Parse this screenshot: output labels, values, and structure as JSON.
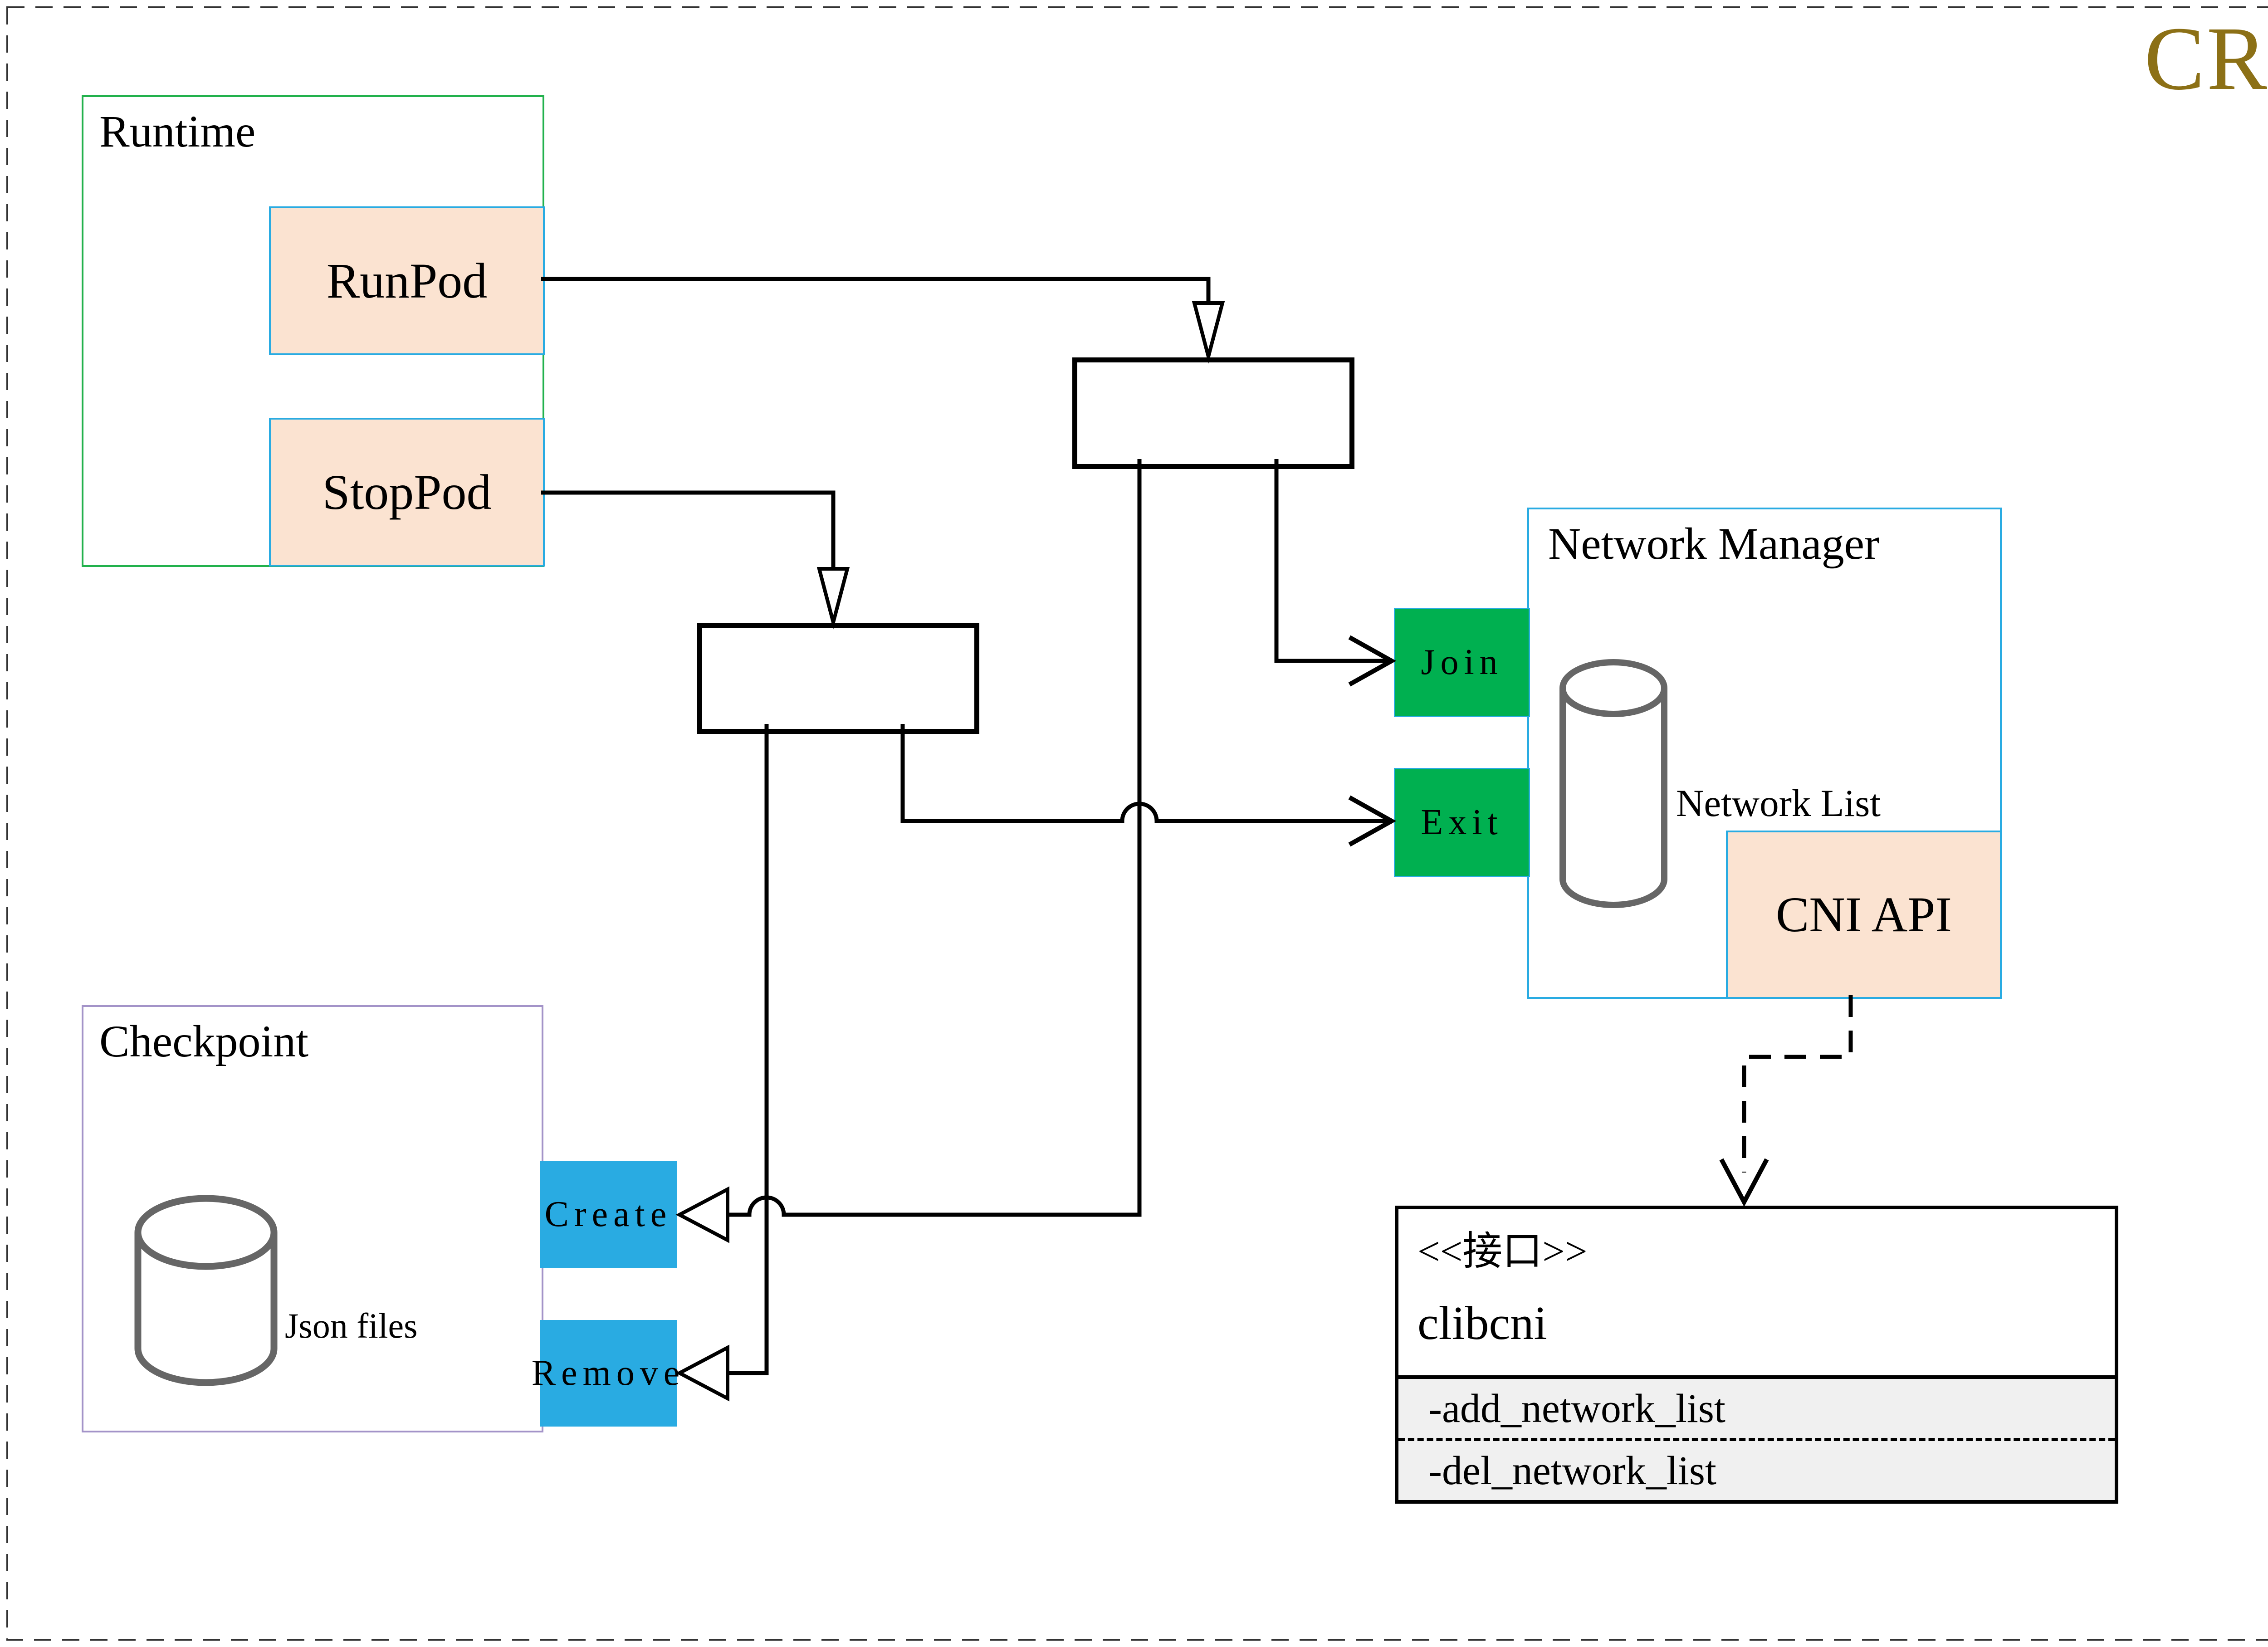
{
  "page": {
    "badge": "CRI"
  },
  "colors": {
    "badge_gold": "#8C7016",
    "runtime_border_green": "#22B14C",
    "blue_accent": "#29ABE2",
    "peach_fill": "#FBE3D1",
    "green_fill": "#00B050",
    "checkpoint_border_purple": "#A393C8",
    "cylinder_stroke_gray": "#666666",
    "methods_bg": "#F0F0F0"
  },
  "runtime": {
    "label": "Runtime",
    "run_pod": "RunPod",
    "stop_pod": "StopPod"
  },
  "network_manager": {
    "label": "Network Manager",
    "join": "Join",
    "exit": "Exit",
    "store": "Network List",
    "api": "CNI API"
  },
  "checkpoint": {
    "label": "Checkpoint",
    "store": "Json files",
    "create": "Create",
    "remove": "Remove"
  },
  "interface_class": {
    "stereotype": "<<接口>>",
    "name": "clibcni",
    "methods": [
      "-add_network_list",
      "-del_network_list"
    ]
  },
  "icons": {
    "network_list_icon": "database-cylinder",
    "json_files_icon": "database-cylinder"
  }
}
